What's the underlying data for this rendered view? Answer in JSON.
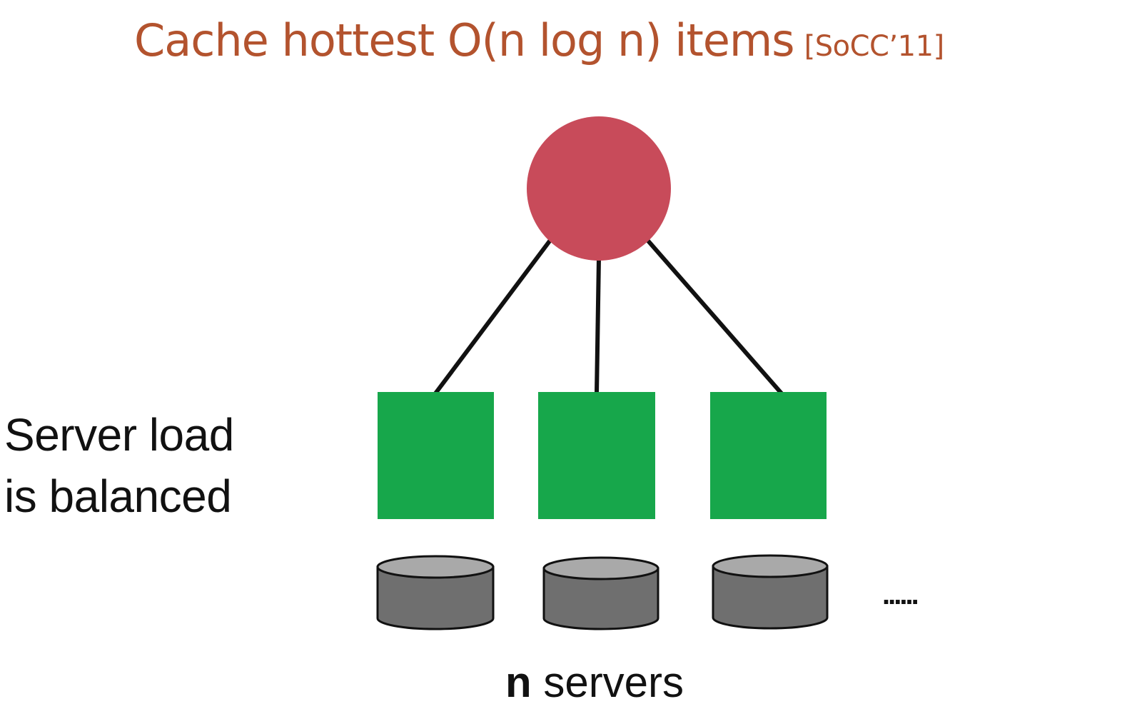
{
  "title": {
    "main": "Cache hottest O(n log n) items",
    "citation": "[SoCC’11]"
  },
  "side_label": {
    "line1": "Server load",
    "line2": "is balanced"
  },
  "bottom_label": {
    "bold": "n",
    "rest": " servers"
  },
  "ellipsis": "......",
  "colors": {
    "title": "#b3532e",
    "cache_node": "#c84b5a",
    "server_box": "#17a74b",
    "storage_top": "#a9a9a9",
    "storage_body": "#6f6f6f",
    "edge": "#111111"
  }
}
